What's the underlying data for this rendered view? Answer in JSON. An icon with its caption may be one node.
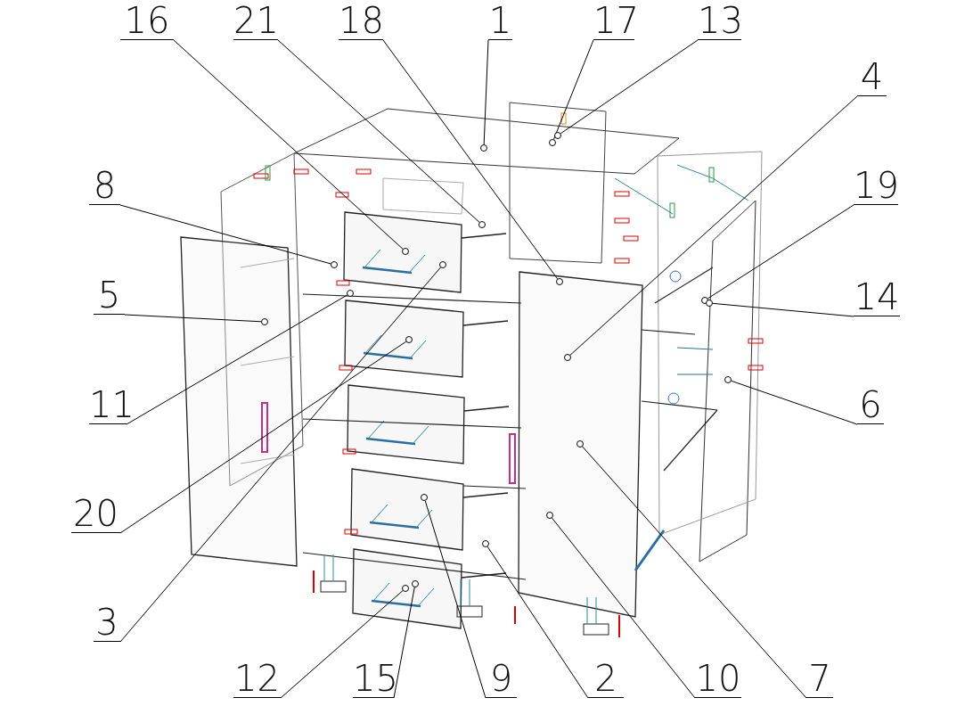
{
  "diagram": {
    "nodes": [
      {
        "text": [
          "16"
        ]
      },
      {
        "text": [
          "21"
        ]
      },
      {
        "text": [
          "18"
        ]
      },
      {
        "text": [
          "1"
        ]
      },
      {
        "text": [
          "17"
        ]
      },
      {
        "text": [
          "13"
        ]
      },
      {
        "text": [
          "4"
        ]
      },
      {
        "text": [
          "8"
        ]
      },
      {
        "text": [
          "19"
        ]
      },
      {
        "text": [
          "5"
        ]
      },
      {
        "text": [
          "14"
        ]
      },
      {
        "text": [
          "11"
        ]
      },
      {
        "text": [
          "6"
        ]
      },
      {
        "text": [
          "20"
        ]
      },
      {
        "text": [
          "3"
        ]
      },
      {
        "text": [
          "12"
        ]
      },
      {
        "text": [
          "15"
        ]
      },
      {
        "text": [
          "9"
        ]
      },
      {
        "text": [
          "2"
        ]
      },
      {
        "text": [
          "10"
        ]
      },
      {
        "text": [
          "7"
        ]
      },
      {
        "text": [],
        "shape": "circle"
      },
      {
        "text": [],
        "shape": "circle"
      },
      {
        "text": [],
        "shape": "circle"
      },
      {
        "text": [],
        "shape": "circle"
      },
      {
        "text": [],
        "shape": "circle"
      },
      {
        "text": [],
        "shape": "circle"
      },
      {
        "text": [],
        "shape": "circle"
      },
      {
        "text": [],
        "shape": "circle"
      },
      {
        "text": [],
        "shape": "circle"
      },
      {
        "text": [],
        "shape": "circle"
      },
      {
        "text": [],
        "shape": "circle"
      },
      {
        "text": [],
        "shape": "circle"
      },
      {
        "text": [],
        "shape": "circle"
      },
      {
        "text": [],
        "shape": "circle"
      },
      {
        "text": [],
        "shape": "circle"
      },
      {
        "text": [],
        "shape": "circle"
      },
      {
        "text": [],
        "shape": "circle"
      },
      {
        "text": [],
        "shape": "circle"
      },
      {
        "text": [],
        "shape": "circle"
      },
      {
        "text": [],
        "shape": "circle"
      },
      {
        "text": [],
        "shape": "circle"
      }
    ],
    "edges": [
      {
        "from": 0,
        "to": 21,
        "arrow": "none"
      },
      {
        "from": 1,
        "to": 22,
        "arrow": "none"
      },
      {
        "from": 2,
        "to": 23,
        "arrow": "none"
      },
      {
        "from": 3,
        "to": 24,
        "arrow": "none"
      },
      {
        "from": 4,
        "to": 25,
        "arrow": "none"
      },
      {
        "from": 5,
        "to": 26,
        "arrow": "none"
      },
      {
        "from": 6,
        "to": 27,
        "arrow": "none"
      },
      {
        "from": 7,
        "to": 28,
        "arrow": "none"
      },
      {
        "from": 8,
        "to": 29,
        "arrow": "none"
      },
      {
        "from": 9,
        "to": 30,
        "arrow": "none"
      },
      {
        "from": 10,
        "to": 31,
        "arrow": "none"
      },
      {
        "from": 11,
        "to": 32,
        "arrow": "none"
      },
      {
        "from": 12,
        "to": 33,
        "arrow": "none"
      },
      {
        "from": 13,
        "to": 34,
        "arrow": "none"
      },
      {
        "from": 14,
        "to": 35,
        "arrow": "none"
      },
      {
        "from": 15,
        "to": 36,
        "arrow": "none"
      },
      {
        "from": 16,
        "to": 37,
        "arrow": "none"
      },
      {
        "from": 17,
        "to": 38,
        "arrow": "none"
      },
      {
        "from": 18,
        "to": 39,
        "arrow": "none"
      },
      {
        "from": 19,
        "to": 40,
        "arrow": "none"
      },
      {
        "from": 20,
        "to": 41,
        "arrow": "none"
      }
    ]
  }
}
